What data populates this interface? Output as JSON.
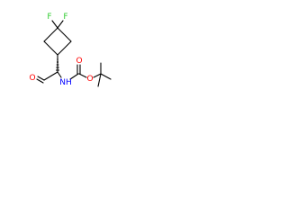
{
  "molecule": {
    "atoms": {
      "f_left": "F",
      "f_right": "F",
      "aldehyde_o": "O",
      "nh": "NH",
      "carbamate_o_double": "O",
      "carbamate_o_single": "O"
    }
  },
  "colors": {
    "bond": "#000000",
    "oxygen": "#ff0000",
    "nitrogen": "#0000ff",
    "fluorine": "#33cc33"
  }
}
